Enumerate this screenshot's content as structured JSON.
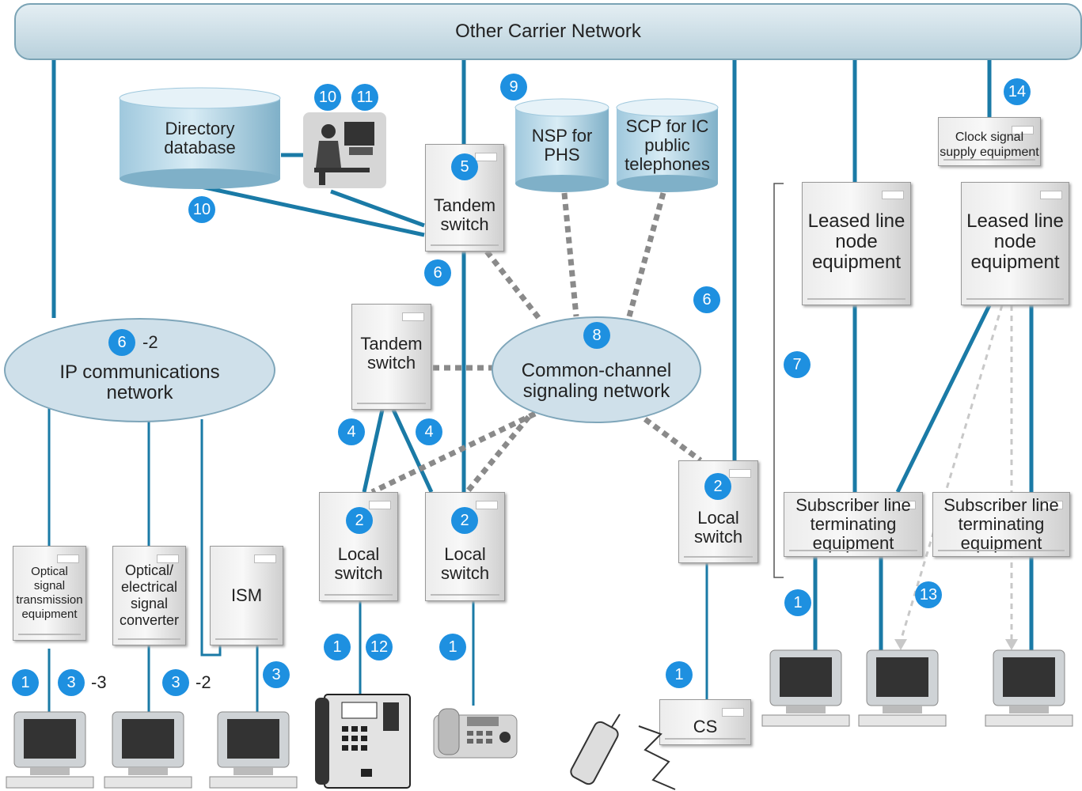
{
  "banner": {
    "label": "Other Carrier Network"
  },
  "directory_db": {
    "label": "Directory database"
  },
  "nsp": {
    "label": "NSP for PHS"
  },
  "scp": {
    "label": "SCP for IC public telephones"
  },
  "clock": {
    "label": "Clock signal supply equipment"
  },
  "tandem_top": {
    "label": "Tandem switch"
  },
  "tandem_mid": {
    "label": "Tandem switch"
  },
  "leased_1": {
    "label": "Leased line node equipment"
  },
  "leased_2": {
    "label": "Leased line node equipment"
  },
  "ip_network": {
    "label": "IP communications network"
  },
  "ccs_network": {
    "label": "Common-channel signaling network"
  },
  "optical_tx": {
    "label": "Optical signal transmission equipment"
  },
  "oe_converter": {
    "label": "Optical/ electrical signal converter"
  },
  "ism": {
    "label": "ISM"
  },
  "local_1": {
    "label": "Local switch"
  },
  "local_2": {
    "label": "Local switch"
  },
  "local_3": {
    "label": "Local switch"
  },
  "sub_1": {
    "label": "Subscriber line terminating equipment"
  },
  "sub_2": {
    "label": "Subscriber line terminating equipment"
  },
  "cs": {
    "label": "CS"
  },
  "badges": {
    "b1": "1",
    "b2": "2",
    "b3": "3",
    "b4": "4",
    "b5": "5",
    "b6": "6",
    "b7": "7",
    "b8": "8",
    "b9": "9",
    "b10": "10",
    "b11": "11",
    "b12": "12",
    "b13": "13",
    "b14": "14"
  },
  "suffixes": {
    "m2": "-2",
    "m3": "-3"
  },
  "colors": {
    "link": "#1a7aa6",
    "signal": "#8a8a8a",
    "badge": "#1e90e0",
    "dashed": "#c8c8c8"
  }
}
